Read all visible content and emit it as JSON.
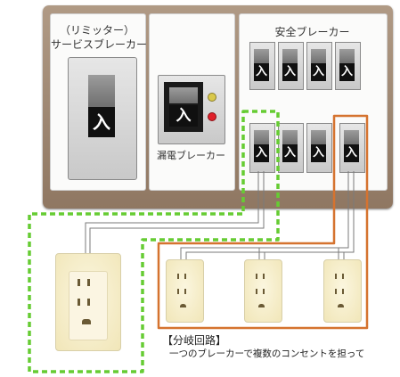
{
  "panel": {
    "limiter_label_line1": "（リミッター）",
    "limiter_label_line2": "サービスブレーカー",
    "earth_leakage_label": "漏電ブレーカー",
    "safety_label": "安全ブレーカー",
    "switch_label": "入"
  },
  "caption": {
    "title": "【分岐回路】",
    "description": "一つのブレーカーで複数のコンセントを担って"
  },
  "colors": {
    "panel": "#9c8470",
    "highlight_green": "#66cc33",
    "highlight_orange": "#d5732f",
    "indicator_yellow": "#d9c84a",
    "indicator_red": "#e0202a"
  },
  "icons": {
    "switch": "breaker-switch-icon",
    "outlet": "outlet-icon"
  }
}
